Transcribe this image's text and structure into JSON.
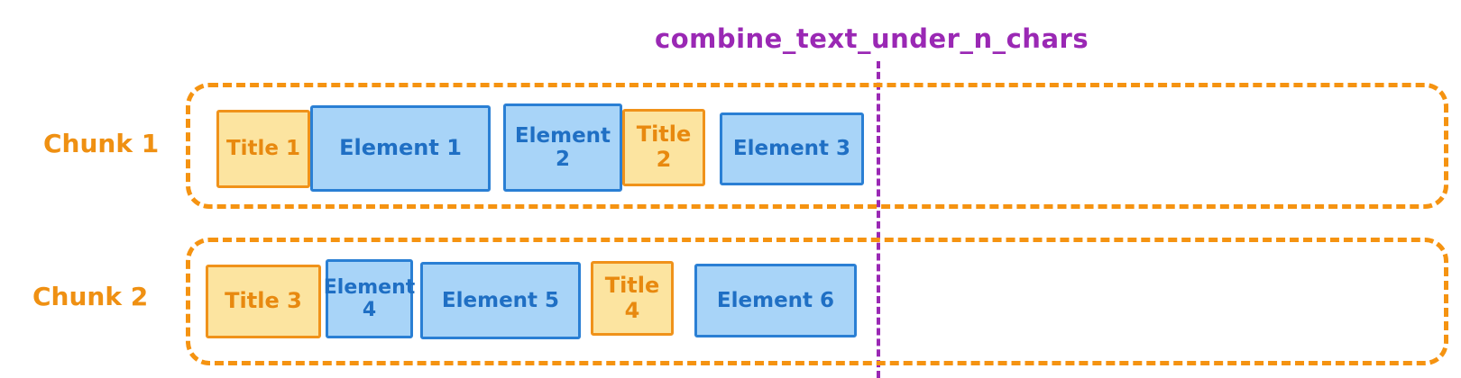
{
  "diagram": {
    "annotation": {
      "label": "combine_text_under_n_chars"
    },
    "colors": {
      "annotation_purple": "#9a28b4",
      "chunk_orange": "#f59311",
      "title_fill": "#fce4a0",
      "title_border": "#f0921a",
      "title_text": "#e8890f",
      "element_fill": "#a8d4f8",
      "element_border": "#2a7fd4",
      "element_text": "#1f6fc4",
      "background": "#ffffff"
    },
    "chunks": [
      {
        "label": "Chunk 1",
        "boxes": [
          {
            "label": "Title 1",
            "kind": "title"
          },
          {
            "label": "Element 1",
            "kind": "element"
          },
          {
            "label": "Element 2",
            "kind": "element"
          },
          {
            "label": "Title 2",
            "kind": "title"
          },
          {
            "label": "Element 3",
            "kind": "element"
          }
        ]
      },
      {
        "label": "Chunk 2",
        "boxes": [
          {
            "label": "Title 3",
            "kind": "title"
          },
          {
            "label": "Element 4",
            "kind": "element"
          },
          {
            "label": "Element 5",
            "kind": "element"
          },
          {
            "label": "Title 4",
            "kind": "title"
          },
          {
            "label": "Element 6",
            "kind": "element"
          }
        ]
      }
    ]
  }
}
